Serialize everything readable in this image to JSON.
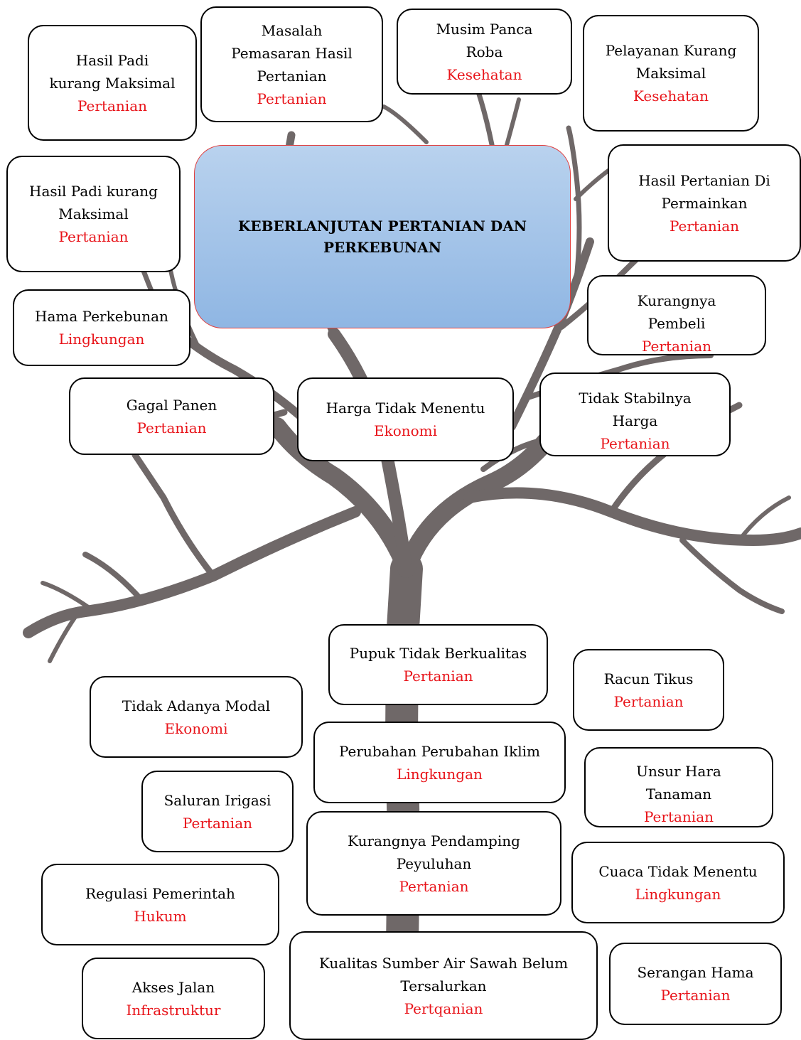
{
  "title": "KEBERLANJUTAN PERTANIAN DAN PERKEBUNAN",
  "colors": {
    "category": "#e8141a",
    "tree": "#6f6868",
    "center_fill": "#a4c4e8"
  },
  "boxes": {
    "hasil_padi_1": {
      "lines": [
        "Hasil Padi",
        "kurang Maksimal"
      ],
      "category": "Pertanian"
    },
    "masalah_pemasaran": {
      "lines": [
        "Masalah",
        "Pemasaran Hasil",
        "Pertanian"
      ],
      "category": "Pertanian"
    },
    "musim_panca_roba": {
      "lines": [
        "Musim Panca",
        "Roba"
      ],
      "category": "Kesehatan"
    },
    "pelayanan": {
      "lines": [
        "Pelayanan Kurang",
        "Maksimal"
      ],
      "category": "Kesehatan"
    },
    "hasil_padi_2": {
      "lines": [
        "Hasil Padi kurang",
        "Maksimal"
      ],
      "category": "Pertanian"
    },
    "dipermainkan": {
      "lines": [
        "Hasil Pertanian Di",
        "Permainkan"
      ],
      "category": "Pertanian"
    },
    "hama_perkebunan": {
      "lines": [
        "Hama Perkebunan"
      ],
      "category": "Lingkungan"
    },
    "kurangnya_pembeli": {
      "lines": [
        "Kurangnya",
        "Pembeli"
      ],
      "category": "Pertanian"
    },
    "gagal_panen": {
      "lines": [
        "Gagal Panen"
      ],
      "category": "Pertanian"
    },
    "harga_tidak_menentu": {
      "lines": [
        "Harga Tidak Menentu"
      ],
      "category": "Ekonomi"
    },
    "tidak_stabil": {
      "lines": [
        "Tidak Stabilnya",
        "Harga"
      ],
      "category": "Pertanian"
    },
    "pupuk": {
      "lines": [
        "Pupuk Tidak Berkualitas"
      ],
      "category": "Pertanian"
    },
    "racun_tikus": {
      "lines": [
        "Racun Tikus"
      ],
      "category": "Pertanian"
    },
    "modal": {
      "lines": [
        "Tidak Adanya Modal"
      ],
      "category": "Ekonomi"
    },
    "iklim": {
      "lines": [
        "Perubahan Perubahan Iklim"
      ],
      "category": "Lingkungan"
    },
    "unsur_hara": {
      "lines": [
        "Unsur Hara",
        "Tanaman"
      ],
      "category": "Pertanian"
    },
    "irigasi": {
      "lines": [
        "Saluran Irigasi"
      ],
      "category": "Pertanian"
    },
    "pendamping": {
      "lines": [
        "Kurangnya Pendamping",
        "Peyuluhan"
      ],
      "category": "Pertanian"
    },
    "cuaca": {
      "lines": [
        "Cuaca Tidak Menentu"
      ],
      "category": "Lingkungan"
    },
    "regulasi": {
      "lines": [
        "Regulasi Pemerintah"
      ],
      "category": "Hukum"
    },
    "kualitas_air": {
      "lines": [
        "Kualitas Sumber Air Sawah Belum",
        "Tersalurkan"
      ],
      "category": "Pertqanian"
    },
    "serangan_hama": {
      "lines": [
        "Serangan Hama"
      ],
      "category": "Pertanian"
    },
    "akses_jalan": {
      "lines": [
        "Akses Jalan"
      ],
      "category": "Infrastruktur"
    }
  }
}
